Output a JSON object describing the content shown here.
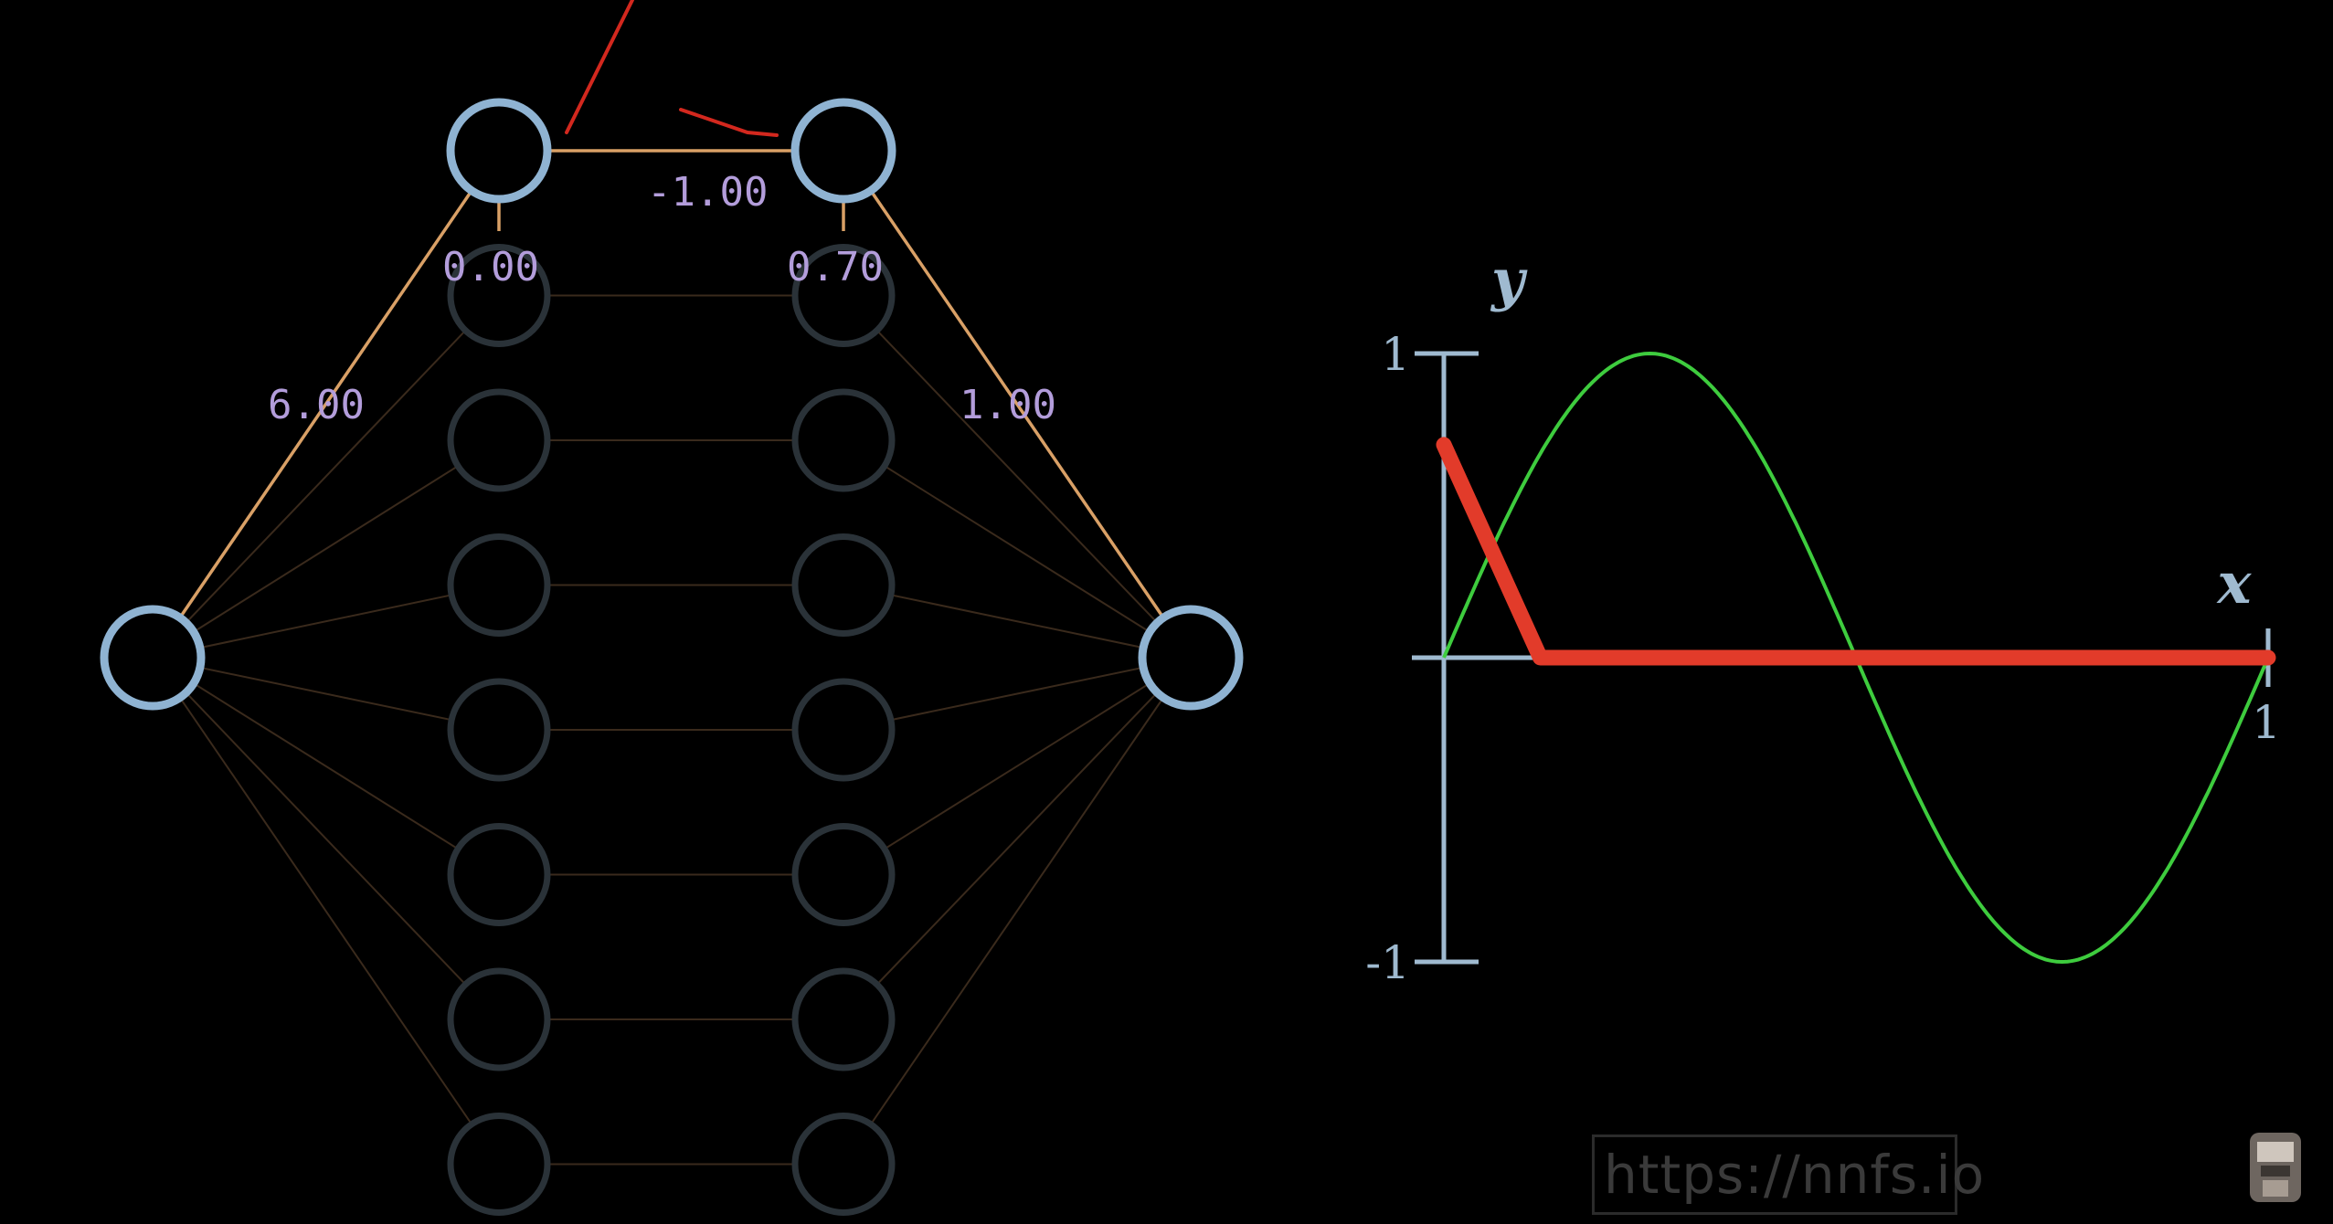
{
  "network": {
    "weights": {
      "input_to_hidden1_top": "6.00",
      "hidden1_to_hidden2_top": "-1.00",
      "hidden2_to_output_top": "1.00"
    },
    "biases": {
      "hidden1_top": "0.00",
      "hidden2_top": "0.70"
    },
    "hidden_neurons_per_layer": 8
  },
  "chart_data": {
    "type": "line",
    "xlabel": "x",
    "ylabel": "y",
    "xlim": [
      0,
      1
    ],
    "ylim": [
      -1,
      1
    ],
    "ticks": {
      "x": [
        "1"
      ],
      "y": [
        "1",
        "-1"
      ]
    },
    "series": [
      {
        "kind": "sin",
        "color": "#3ecc3e",
        "points": [
          [
            0,
            0
          ],
          [
            0.25,
            1
          ],
          [
            0.5,
            0
          ],
          [
            0.75,
            -1
          ],
          [
            1,
            0
          ]
        ]
      },
      {
        "kind": "relu-output",
        "color": "#e23b2a",
        "points": [
          [
            0,
            0.7
          ],
          [
            0.117,
            0
          ],
          [
            1,
            0
          ]
        ]
      }
    ]
  },
  "colors": {
    "neuron_active": "#8fb3d2",
    "neuron_faded": "#2a3238",
    "edge_active": "#d9a066",
    "edge_faded": "#3a2a1c",
    "label": "#b39ddb"
  },
  "watermark": "https://nnfs.io",
  "icons": {
    "presenter": "avatar-icon"
  }
}
